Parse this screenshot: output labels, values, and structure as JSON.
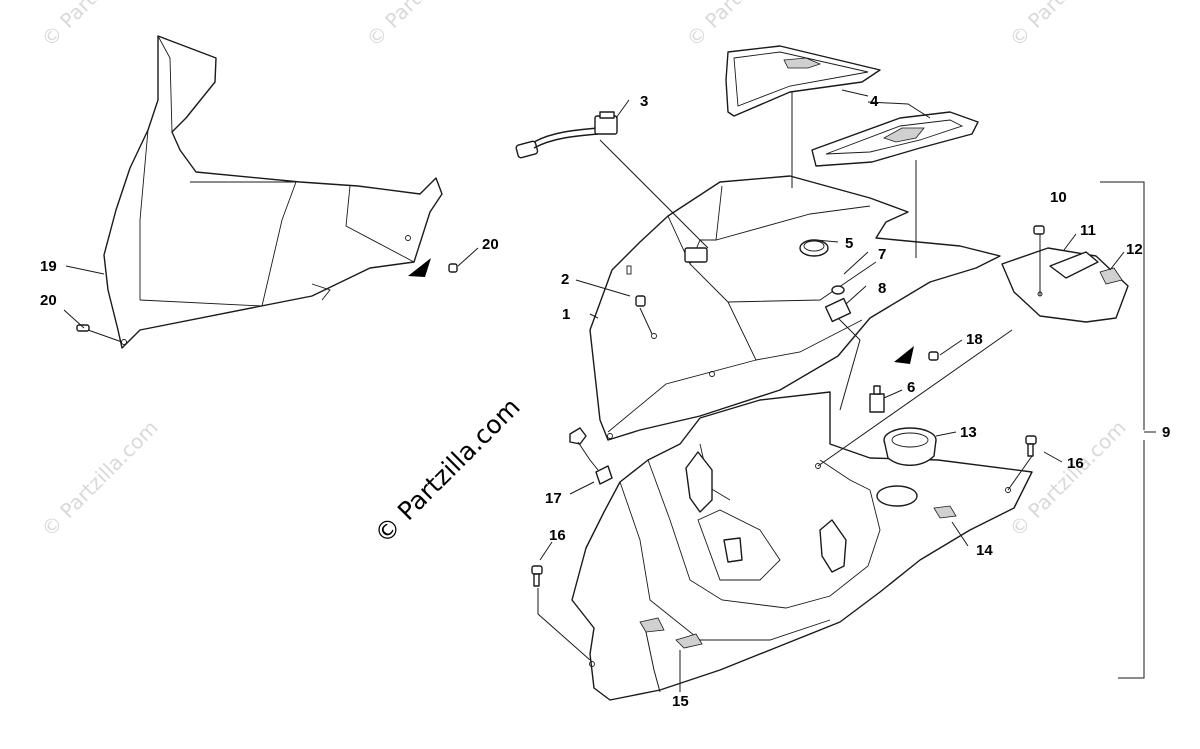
{
  "watermark": {
    "main_text": "© Partzilla.com",
    "faint_text": "© Partzilla.com"
  },
  "callouts": [
    {
      "id": "c1",
      "label": "1"
    },
    {
      "id": "c2",
      "label": "2"
    },
    {
      "id": "c3",
      "label": "3"
    },
    {
      "id": "c4",
      "label": "4"
    },
    {
      "id": "c5",
      "label": "5"
    },
    {
      "id": "c6",
      "label": "6"
    },
    {
      "id": "c7",
      "label": "7"
    },
    {
      "id": "c8",
      "label": "8"
    },
    {
      "id": "c9",
      "label": "9"
    },
    {
      "id": "c10",
      "label": "10"
    },
    {
      "id": "c11",
      "label": "11"
    },
    {
      "id": "c12",
      "label": "12"
    },
    {
      "id": "c13",
      "label": "13"
    },
    {
      "id": "c14",
      "label": "14"
    },
    {
      "id": "c15",
      "label": "15"
    },
    {
      "id": "c16a",
      "label": "16"
    },
    {
      "id": "c16b",
      "label": "16"
    },
    {
      "id": "c17",
      "label": "17"
    },
    {
      "id": "c18",
      "label": "18"
    },
    {
      "id": "c19",
      "label": "19"
    },
    {
      "id": "c20a",
      "label": "20"
    },
    {
      "id": "c20b",
      "label": "20"
    }
  ]
}
